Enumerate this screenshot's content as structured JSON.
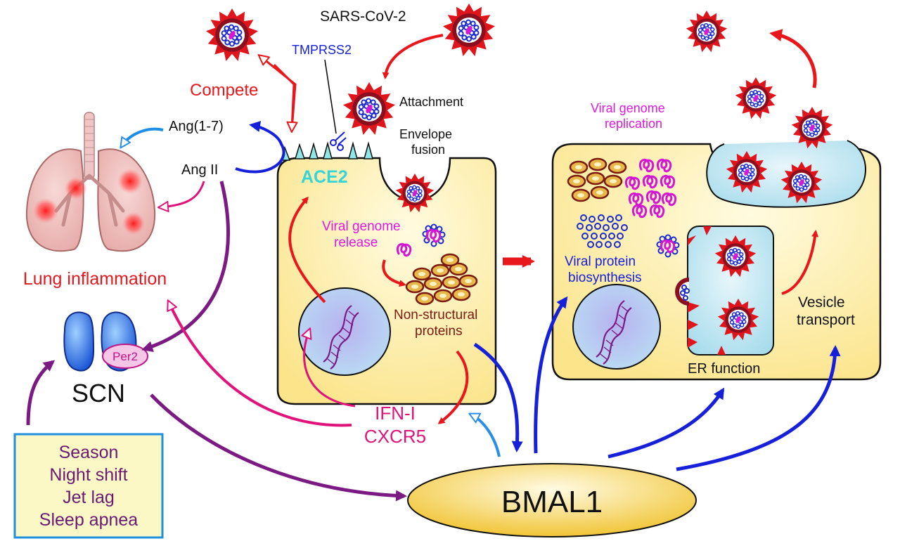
{
  "labels": {
    "sars_cov_2": "SARS-CoV-2",
    "tmprss2": "TMPRSS2",
    "compete": "Compete",
    "attachment": "Attachment",
    "envelope": "Envelope",
    "fusion": "fusion",
    "ang17": "Ang(1-7)",
    "ang2": "Ang II",
    "ace2": "ACE2",
    "viral_genome_release_1": "Viral genome",
    "viral_genome_release_2": "release",
    "nonstructural_1": "Non-structural",
    "nonstructural_2": "proteins",
    "viral_genome_replication_1": "Viral genome",
    "viral_genome_replication_2": "replication",
    "viral_protein_1": "Viral protein",
    "viral_protein_2": "biosynthesis",
    "er_function": "ER function",
    "vesicle_1": "Vesicle",
    "vesicle_2": "transport",
    "lung_inflammation": "Lung inflammation",
    "per2": "Per2",
    "scn": "SCN",
    "ifn": "IFN-I",
    "cxcr5": "CXCR5",
    "bmal1": "BMAL1"
  },
  "factors": [
    "Season",
    "Night shift",
    "Jet lag",
    "Sleep apnea"
  ],
  "colors": {
    "virus_spike": "#e0141b",
    "virus_body": "#8a1020",
    "cell_fill": "#fdf0a8",
    "nucleus": "#c9dcf7",
    "red_arrow": "#e8171c",
    "blue_arrow": "#1520d8",
    "purple_arrow": "#7a1a82",
    "pink_arrow": "#e0137a",
    "ace2_color": "#36d4d4",
    "magenta_text": "#e018e0",
    "bmal1_fill": "#f7d648"
  },
  "icons": [
    "virus-icon",
    "lung-icon",
    "dna-icon",
    "scissors-icon",
    "brain-scn-icon"
  ]
}
